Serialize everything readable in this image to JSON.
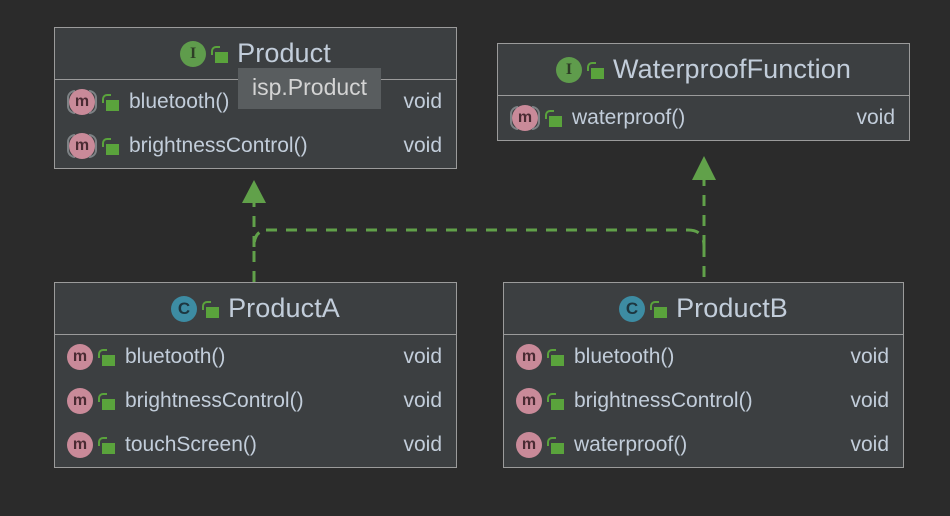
{
  "canvas": {
    "background": "#2b2b2b",
    "box_fill": "#3c3f41",
    "box_border": "#9b9b9b",
    "text_color": "#c2cdda",
    "connector_color": "#61a14a",
    "interface_icon_color": "#5f9c4c",
    "class_icon_color": "#3d8ca3",
    "method_icon_color": "#c98a99",
    "lock_color": "#5aa33c"
  },
  "tooltip": {
    "text": "isp.Product",
    "background": "#595d5f"
  },
  "classes": [
    {
      "id": "product",
      "name": "Product",
      "stereotype": "interface",
      "icon": "interface-icon",
      "visibility_icon": "unlock-icon",
      "members": [
        {
          "name": "bluetooth()",
          "type": "void",
          "icon": "abstract-method-icon",
          "visibility_icon": "unlock-icon"
        },
        {
          "name": "brightnessControl()",
          "type": "void",
          "icon": "abstract-method-icon",
          "visibility_icon": "unlock-icon"
        }
      ]
    },
    {
      "id": "waterproof-function",
      "name": "WaterproofFunction",
      "stereotype": "interface",
      "icon": "interface-icon",
      "visibility_icon": "unlock-icon",
      "members": [
        {
          "name": "waterproof()",
          "type": "void",
          "icon": "abstract-method-icon",
          "visibility_icon": "unlock-icon"
        }
      ]
    },
    {
      "id": "product-a",
      "name": "ProductA",
      "stereotype": "class",
      "icon": "class-icon",
      "visibility_icon": "unlock-icon",
      "members": [
        {
          "name": "bluetooth()",
          "type": "void",
          "icon": "method-icon",
          "visibility_icon": "unlock-icon"
        },
        {
          "name": "brightnessControl()",
          "type": "void",
          "icon": "method-icon",
          "visibility_icon": "unlock-icon"
        },
        {
          "name": "touchScreen()",
          "type": "void",
          "icon": "method-icon",
          "visibility_icon": "unlock-icon"
        }
      ]
    },
    {
      "id": "product-b",
      "name": "ProductB",
      "stereotype": "class",
      "icon": "class-icon",
      "visibility_icon": "unlock-icon",
      "members": [
        {
          "name": "bluetooth()",
          "type": "void",
          "icon": "method-icon",
          "visibility_icon": "unlock-icon"
        },
        {
          "name": "brightnessControl()",
          "type": "void",
          "icon": "method-icon",
          "visibility_icon": "unlock-icon"
        },
        {
          "name": "waterproof()",
          "type": "void",
          "icon": "method-icon",
          "visibility_icon": "unlock-icon"
        }
      ]
    }
  ],
  "relations": [
    {
      "from": "product-a",
      "to": "product",
      "kind": "realization",
      "style": "dashed",
      "arrow": "hollow-triangle-filled"
    },
    {
      "from": "product-b",
      "to": "product",
      "kind": "realization",
      "style": "dashed",
      "arrow": "hollow-triangle-filled"
    },
    {
      "from": "product-b",
      "to": "waterproof-function",
      "kind": "realization",
      "style": "dashed",
      "arrow": "hollow-triangle-filled"
    }
  ]
}
